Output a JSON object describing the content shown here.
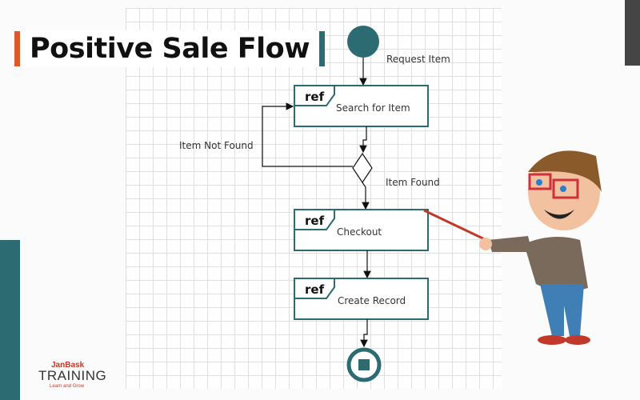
{
  "slide": {
    "title": "Positive Sale Flow"
  },
  "diagram": {
    "request_label": "Request Item",
    "boxes": [
      {
        "tag": "ref",
        "label": "Search for Item"
      },
      {
        "tag": "ref",
        "label": "Checkout"
      },
      {
        "tag": "ref",
        "label": "Create Record"
      }
    ],
    "not_found_label": "Item Not Found",
    "found_label": "Item Found"
  },
  "logo": {
    "brand": "JanBask",
    "name": "TRAINING",
    "tagline": "Learn and Grow"
  },
  "colors": {
    "teal": "#2d6b73",
    "orange": "#e0582a",
    "dark": "#454545"
  }
}
